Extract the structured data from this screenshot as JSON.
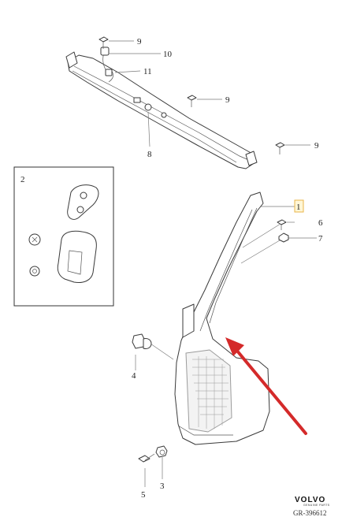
{
  "callouts": {
    "c1": "1",
    "c2": "2",
    "c3": "3",
    "c4": "4",
    "c5": "5",
    "c6": "6",
    "c7": "7",
    "c8": "8",
    "c9a": "9",
    "c9b": "9",
    "c9c": "9",
    "c10": "10",
    "c11": "11"
  },
  "brand": {
    "name": "VOLVO",
    "subline": "GENUINE PARTS"
  },
  "reference": "GR-396612",
  "colors": {
    "arrow": "#d42a2a",
    "highlight": "#e8b64a",
    "line": "#3a3a3a"
  },
  "icons": {
    "arrow": "red-pointer-arrow"
  }
}
